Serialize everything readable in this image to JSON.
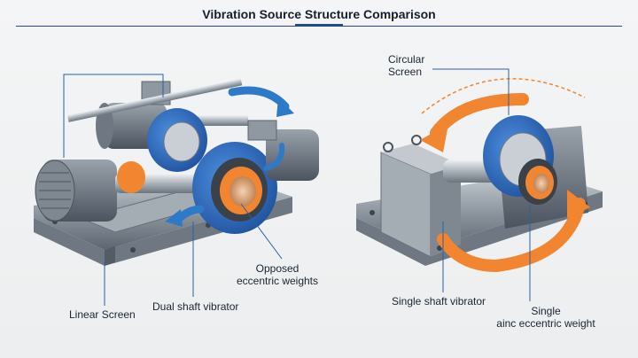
{
  "title": "Vibration Source Structure Comparison",
  "left": {
    "label_linear_screen": "Linear Screen",
    "label_dual_shaft": "Dual shaft vibrator",
    "label_opposed_weights": [
      "Opposed",
      "eccentric weights"
    ]
  },
  "right": {
    "label_circular_screen": [
      "Circular",
      "Screen"
    ],
    "label_single_shaft": "Single shaft vibrator",
    "label_single_weight": [
      "Single",
      "ainc eccentric weight"
    ]
  },
  "colors": {
    "rule": "#1f4c86",
    "arrow_blue": "#2f79c9",
    "arrow_orange": "#f2852f",
    "machine_gray": "#8f98a1",
    "rotor_blue": "#2b63b8"
  },
  "icons": [
    "rotation-arrow-icon",
    "motor-icon"
  ]
}
